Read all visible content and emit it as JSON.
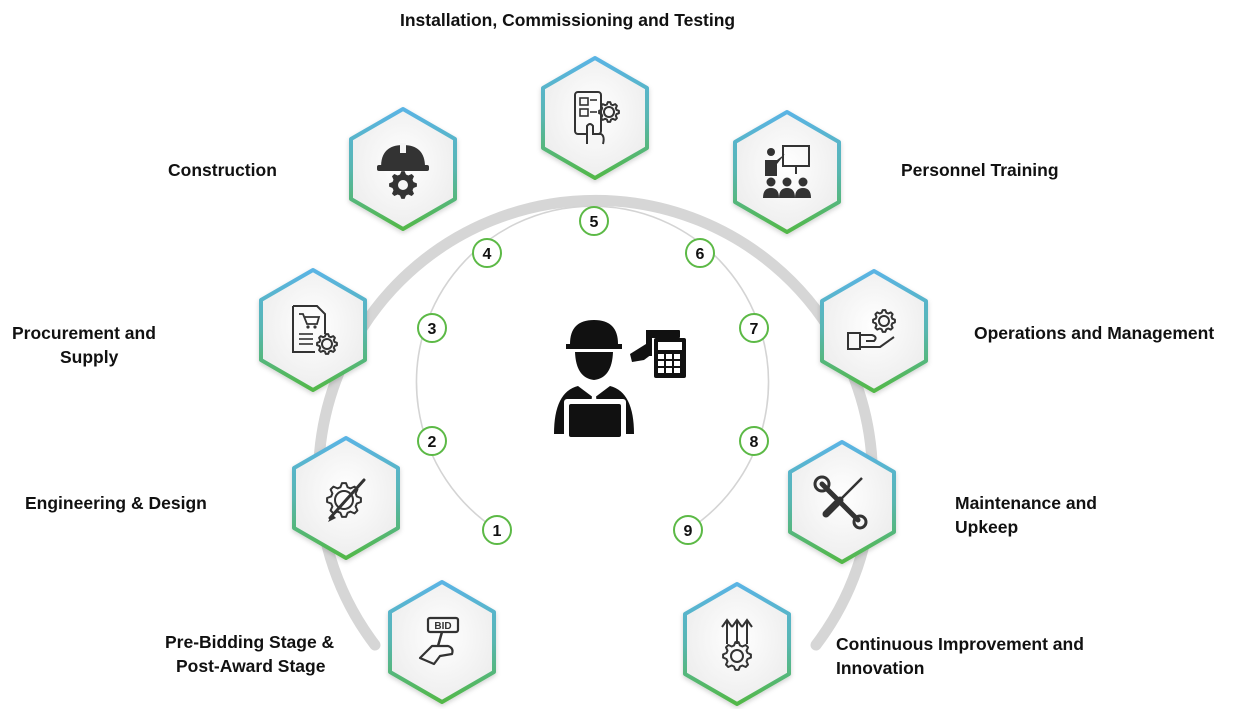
{
  "diagram": {
    "colors": {
      "ring": "#d4d4d4",
      "inner_ring": "#d0d0d0",
      "hex_top": "#5ab4e4",
      "hex_bottom": "#52b848",
      "hex_fill": "#f4f4f4",
      "badge_border": "#5cb946",
      "icon": "#333333"
    },
    "center_icon": "engineer-with-laptop-and-calculator-icon",
    "stages": [
      {
        "number": "1",
        "label_lines": [
          "Pre-Bidding Stage &",
          "Post-Award Stage"
        ],
        "icon": "bid-hand-icon"
      },
      {
        "number": "2",
        "label_lines": [
          "Engineering & Design"
        ],
        "icon": "gear-pencil-icon"
      },
      {
        "number": "3",
        "label_lines": [
          "Procurement and",
          "Supply"
        ],
        "icon": "document-cart-gear-icon"
      },
      {
        "number": "4",
        "label_lines": [
          "Construction"
        ],
        "icon": "hardhat-gear-icon"
      },
      {
        "number": "5",
        "label_lines": [
          "Installation, Commissioning and Testing"
        ],
        "icon": "touch-panel-gear-icon"
      },
      {
        "number": "6",
        "label_lines": [
          "Personnel Training"
        ],
        "icon": "presentation-audience-icon"
      },
      {
        "number": "7",
        "label_lines": [
          "Operations and Management"
        ],
        "icon": "hand-gear-icon"
      },
      {
        "number": "8",
        "label_lines": [
          "Maintenance and",
          "Upkeep"
        ],
        "icon": "wrench-screwdriver-icon"
      },
      {
        "number": "9",
        "label_lines": [
          "Continuous Improvement and",
          "Innovation"
        ],
        "icon": "gear-arrows-up-icon"
      }
    ]
  }
}
